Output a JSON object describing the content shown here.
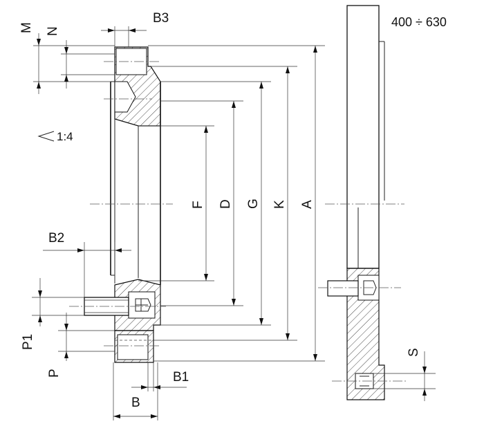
{
  "labels": {
    "M": "M",
    "N": "N",
    "B3": "B3",
    "taper": "1:4",
    "B2": "B2",
    "P1": "P1",
    "P": "P",
    "B1": "B1",
    "B": "B",
    "F": "F",
    "D": "D",
    "G": "G",
    "K": "K",
    "A": "A",
    "S": "S",
    "range": "400 ÷ 630"
  },
  "colors": {
    "line": "#111111",
    "background": "#ffffff"
  }
}
